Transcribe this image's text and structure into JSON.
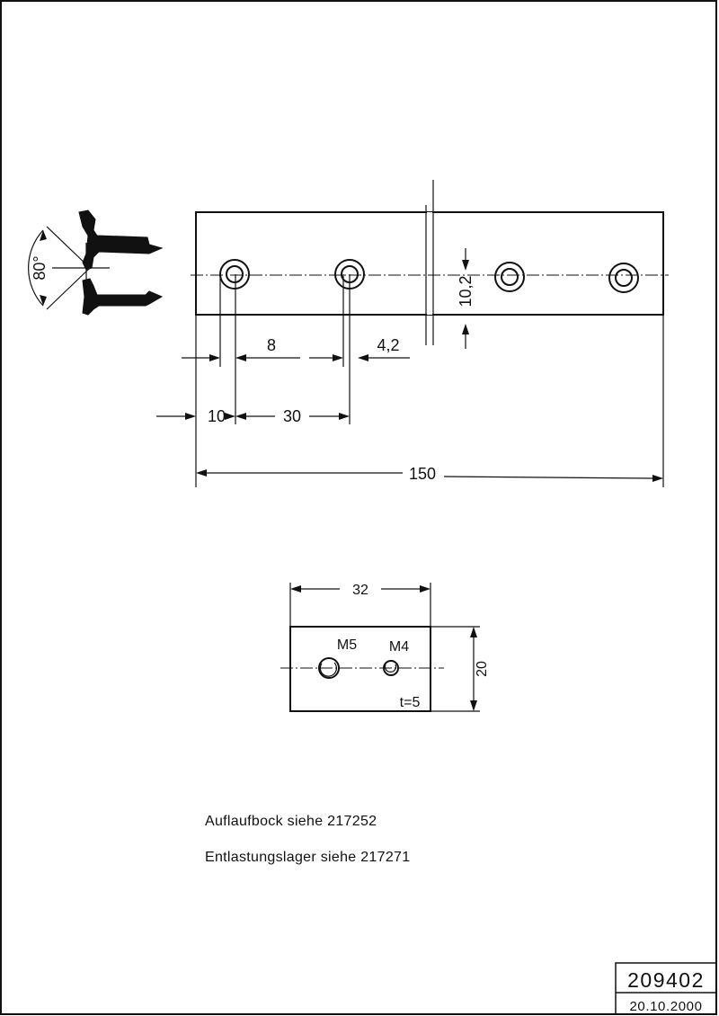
{
  "drawing": {
    "angle_label": "80°",
    "plate": {
      "dim_hole_dia": "8",
      "dim_slot": "4,2",
      "dim_edge": "10",
      "dim_pitch": "30",
      "dim_length": "150",
      "dim_height": "10,2"
    },
    "block": {
      "dim_width": "32",
      "dim_height": "20",
      "thread_m5": "M5",
      "thread_m4": "M4",
      "thickness": "t=5"
    },
    "notes": [
      "Auflaufbock siehe 217252",
      "Entlastungslager siehe 217271"
    ]
  },
  "title_block": {
    "number": "209402",
    "date": "20.10.2000"
  }
}
